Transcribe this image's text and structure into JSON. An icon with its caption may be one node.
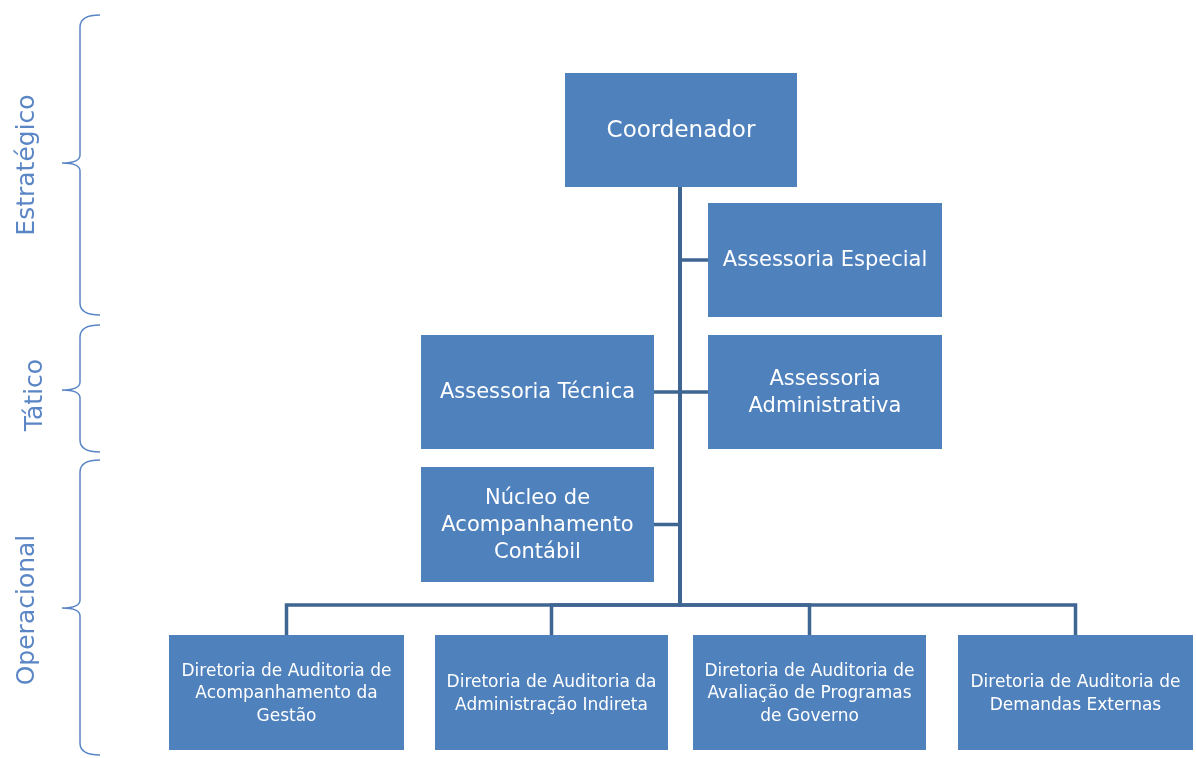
{
  "diagram": {
    "nodes": [
      {
        "text": [
          "Coordenador"
        ]
      },
      {
        "text": [
          "Assessoria Especial"
        ]
      },
      {
        "text": [
          "Assessoria Técnica"
        ]
      },
      {
        "text": [
          "Assessoria Administrativa"
        ]
      },
      {
        "text": [
          "Núcleo de Acompanhamento Contábil"
        ]
      },
      {
        "text": [
          "Diretoria de Auditoria de Acompanhamento da Gestão"
        ]
      },
      {
        "text": [
          "Diretoria de Auditoria da Administração Indireta"
        ]
      },
      {
        "text": [
          "Diretoria de Auditoria de Avaliação de Programas de Governo"
        ]
      },
      {
        "text": [
          "Diretoria de Auditoria de Demandas Externas"
        ]
      }
    ],
    "edges": [
      {
        "from": 0,
        "to": 1,
        "arrow": "none"
      },
      {
        "from": 0,
        "to": 2,
        "arrow": "none"
      },
      {
        "from": 0,
        "to": 3,
        "arrow": "none"
      },
      {
        "from": 0,
        "to": 4,
        "arrow": "none"
      },
      {
        "from": 0,
        "to": 5,
        "arrow": "none"
      },
      {
        "from": 0,
        "to": 6,
        "arrow": "none"
      },
      {
        "from": 0,
        "to": 7,
        "arrow": "none"
      },
      {
        "from": 0,
        "to": 8,
        "arrow": "none"
      }
    ],
    "labels": [
      "Estratégico",
      "Tático",
      "Operacional"
    ]
  }
}
